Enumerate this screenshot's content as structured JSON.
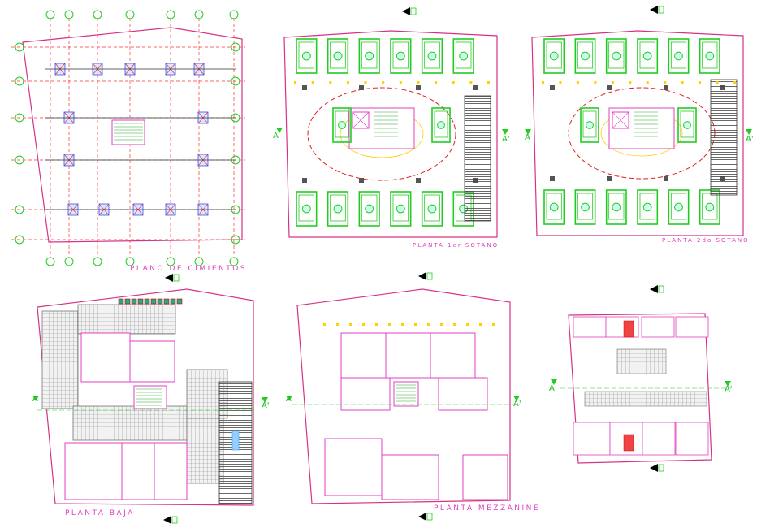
{
  "titles": {
    "cimientos": "PLANO DE CIMIENTOS",
    "sotano1": "PLANTA 1er SOTANO",
    "sotano2": "PLANTA 2do SOTANO",
    "baja": "PLANTA BAJA",
    "mezzanine": "PLANTA MEZZANINE"
  },
  "section_marks": {
    "left": "A",
    "right": "A'"
  },
  "colors": {
    "wall": "#e040c0",
    "outline": "#d63384",
    "grid_axis": "#ff3030",
    "grid_bubble": "#22cc22",
    "car": "#22cc22",
    "column": "#555555",
    "dimension": "#ffd000",
    "circulation": "#e02020",
    "hatch": "#888888",
    "label": "#e040c0"
  }
}
